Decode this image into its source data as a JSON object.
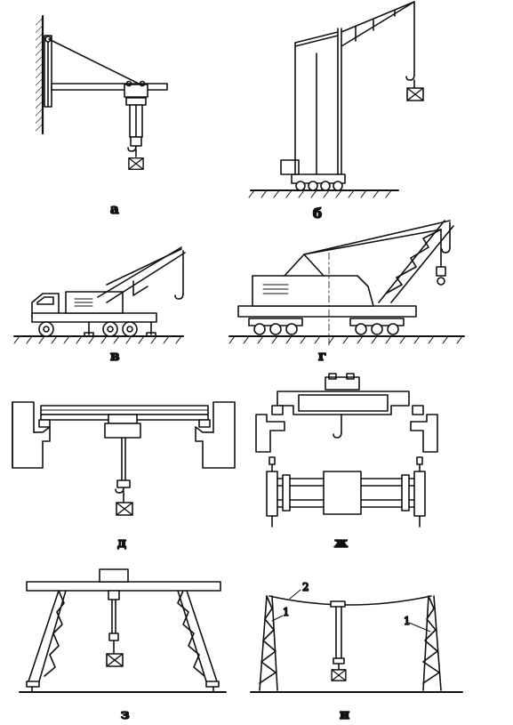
{
  "diagram": {
    "panels": [
      {
        "label": "а"
      },
      {
        "label": "б"
      },
      {
        "label": "в"
      },
      {
        "label": "г"
      },
      {
        "label": "д"
      },
      {
        "label": "ж"
      },
      {
        "label": "з"
      },
      {
        "label": "и"
      }
    ],
    "callouts": {
      "cable": "2",
      "mast_left": "1",
      "mast_right": "1"
    }
  }
}
